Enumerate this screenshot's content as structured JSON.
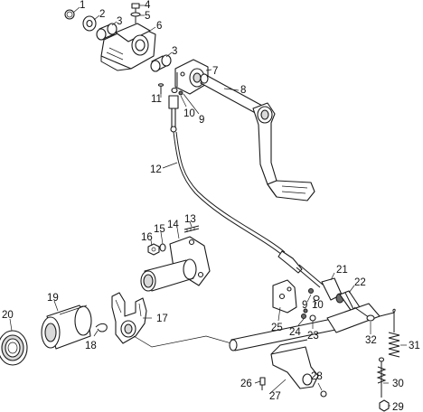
{
  "callouts": [
    {
      "id": "c1",
      "text": "1"
    },
    {
      "id": "c2",
      "text": "2"
    },
    {
      "id": "c3a",
      "text": "3"
    },
    {
      "id": "c4",
      "text": "4"
    },
    {
      "id": "c5",
      "text": "5"
    },
    {
      "id": "c6",
      "text": "6"
    },
    {
      "id": "c3b",
      "text": "3"
    },
    {
      "id": "c7",
      "text": "7"
    },
    {
      "id": "c8",
      "text": "8"
    },
    {
      "id": "c11",
      "text": "11"
    },
    {
      "id": "c10a",
      "text": "10"
    },
    {
      "id": "c9a",
      "text": "9"
    },
    {
      "id": "c12",
      "text": "12"
    },
    {
      "id": "c13",
      "text": "13"
    },
    {
      "id": "c14",
      "text": "14"
    },
    {
      "id": "c15",
      "text": "15"
    },
    {
      "id": "c16",
      "text": "16"
    },
    {
      "id": "c19",
      "text": "19"
    },
    {
      "id": "c20",
      "text": "20"
    },
    {
      "id": "c17",
      "text": "17"
    },
    {
      "id": "c18",
      "text": "18"
    },
    {
      "id": "c21",
      "text": "21"
    },
    {
      "id": "c22",
      "text": "22"
    },
    {
      "id": "c9b",
      "text": "9"
    },
    {
      "id": "c10b",
      "text": "10"
    },
    {
      "id": "c25",
      "text": "25"
    },
    {
      "id": "c24",
      "text": "24"
    },
    {
      "id": "c23",
      "text": "23"
    },
    {
      "id": "c32",
      "text": "32"
    },
    {
      "id": "c31",
      "text": "31"
    },
    {
      "id": "c26",
      "text": "26"
    },
    {
      "id": "c27",
      "text": "27"
    },
    {
      "id": "c28",
      "text": "28"
    },
    {
      "id": "c30",
      "text": "30"
    },
    {
      "id": "c29",
      "text": "29"
    }
  ],
  "colors": {
    "ink": "#1a1a1a",
    "shade": "#d9d9d9",
    "background": "#ffffff"
  }
}
